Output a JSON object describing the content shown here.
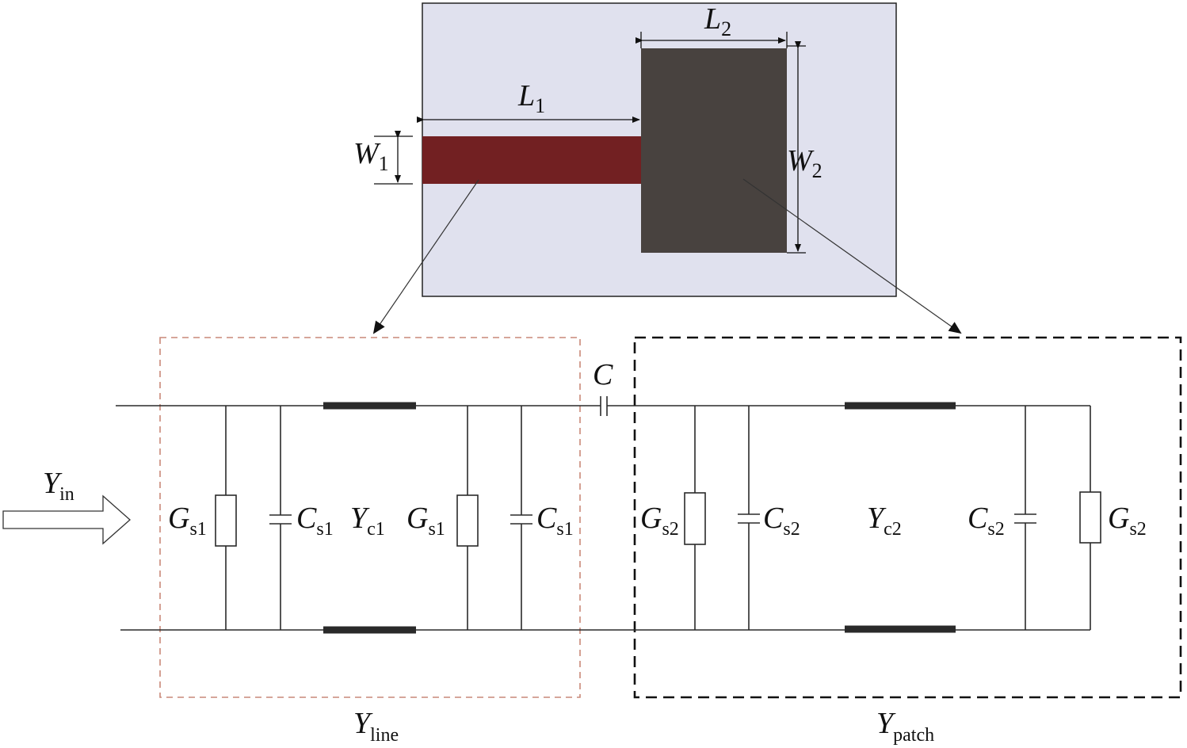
{
  "colors": {
    "substrate": "#e0e1ee",
    "feed_line": "#722022",
    "patch": "#48423f",
    "wire": "#2a2a2a",
    "line_box": "#c98878",
    "patch_box": "#111111"
  },
  "layout_diagram": {
    "L1": {
      "main": "L",
      "sub": "1"
    },
    "L2": {
      "main": "L",
      "sub": "2"
    },
    "W1": {
      "main": "W",
      "sub": "1"
    },
    "W2": {
      "main": "W",
      "sub": "2"
    }
  },
  "circuit": {
    "input": {
      "main": "Y",
      "sub": "in"
    },
    "coupling_cap": "C",
    "line_section": {
      "label": {
        "main": "Y",
        "sub": "line"
      },
      "elements": [
        {
          "main": "G",
          "sub": "s1"
        },
        {
          "main": "C",
          "sub": "s1"
        },
        {
          "main": "Y",
          "sub": "c1"
        },
        {
          "main": "G",
          "sub": "s1"
        },
        {
          "main": "C",
          "sub": "s1"
        }
      ]
    },
    "patch_section": {
      "label": {
        "main": "Y",
        "sub": "patch"
      },
      "elements": [
        {
          "main": "G",
          "sub": "s2"
        },
        {
          "main": "C",
          "sub": "s2"
        },
        {
          "main": "Y",
          "sub": "c2"
        },
        {
          "main": "C",
          "sub": "s2"
        },
        {
          "main": "G",
          "sub": "s2"
        }
      ]
    }
  }
}
